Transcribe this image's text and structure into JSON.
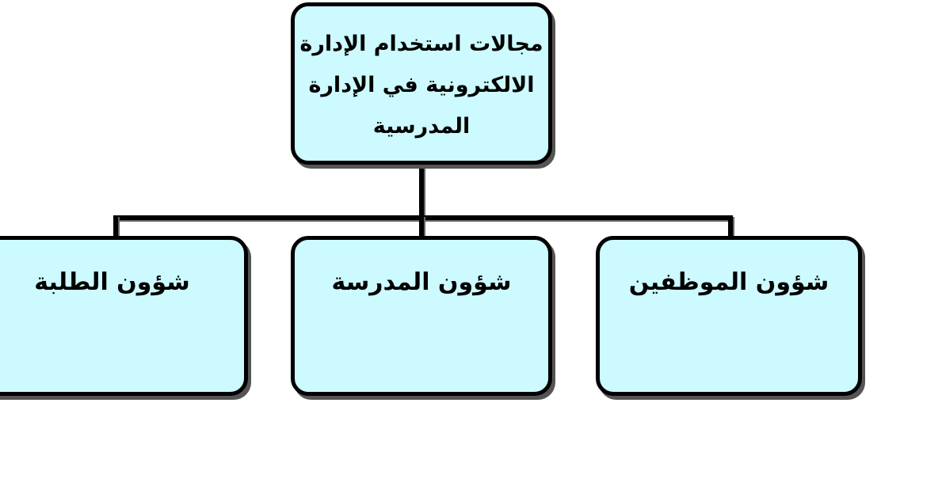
{
  "diagram": {
    "root": {
      "line1": "مجالات استخدام الإدارة",
      "line2": "الالكترونية في الإدارة المدرسية"
    },
    "children": [
      {
        "label": "شؤون الموظفين"
      },
      {
        "label": "شؤون المدرسة"
      },
      {
        "label": "شؤون الطلبة"
      }
    ]
  },
  "colors": {
    "box_fill": "#ccfafe",
    "box_border": "#000000",
    "connector": "#000000",
    "background": "#ffffff"
  }
}
